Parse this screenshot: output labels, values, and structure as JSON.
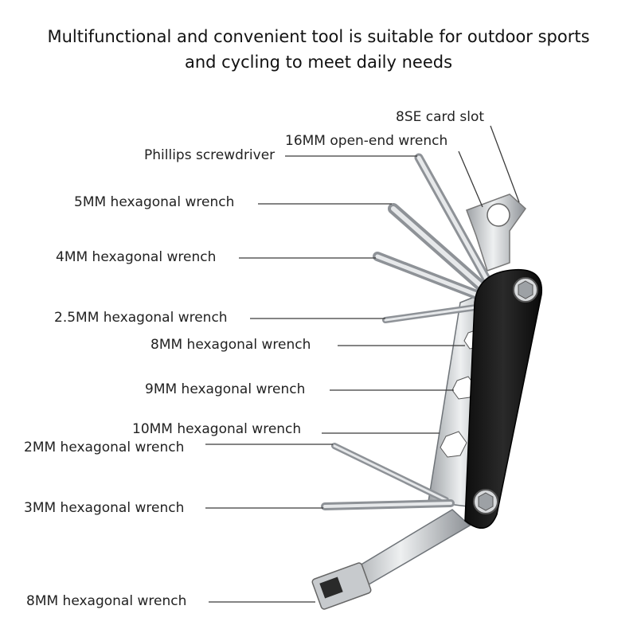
{
  "headline": {
    "line1": "Multifunctional and convenient tool is suitable for outdoor sports",
    "line2": "and cycling to meet daily needs"
  },
  "labels": [
    "8SE card slot",
    "16MM open-end wrench",
    "Phillips screwdriver",
    "5MM hexagonal wrench",
    "4MM hexagonal wrench",
    "2.5MM hexagonal wrench",
    "8MM hexagonal wrench",
    "9MM hexagonal wrench",
    "10MM hexagonal wrench",
    "2MM hexagonal wrench",
    "3MM hexagonal wrench",
    "8MM hexagonal wrench"
  ],
  "colors": {
    "body": "#1c1c1c",
    "steel": "#d4d6d8",
    "steel_dark": "#8c9095",
    "leader": "#3a3a3a"
  }
}
